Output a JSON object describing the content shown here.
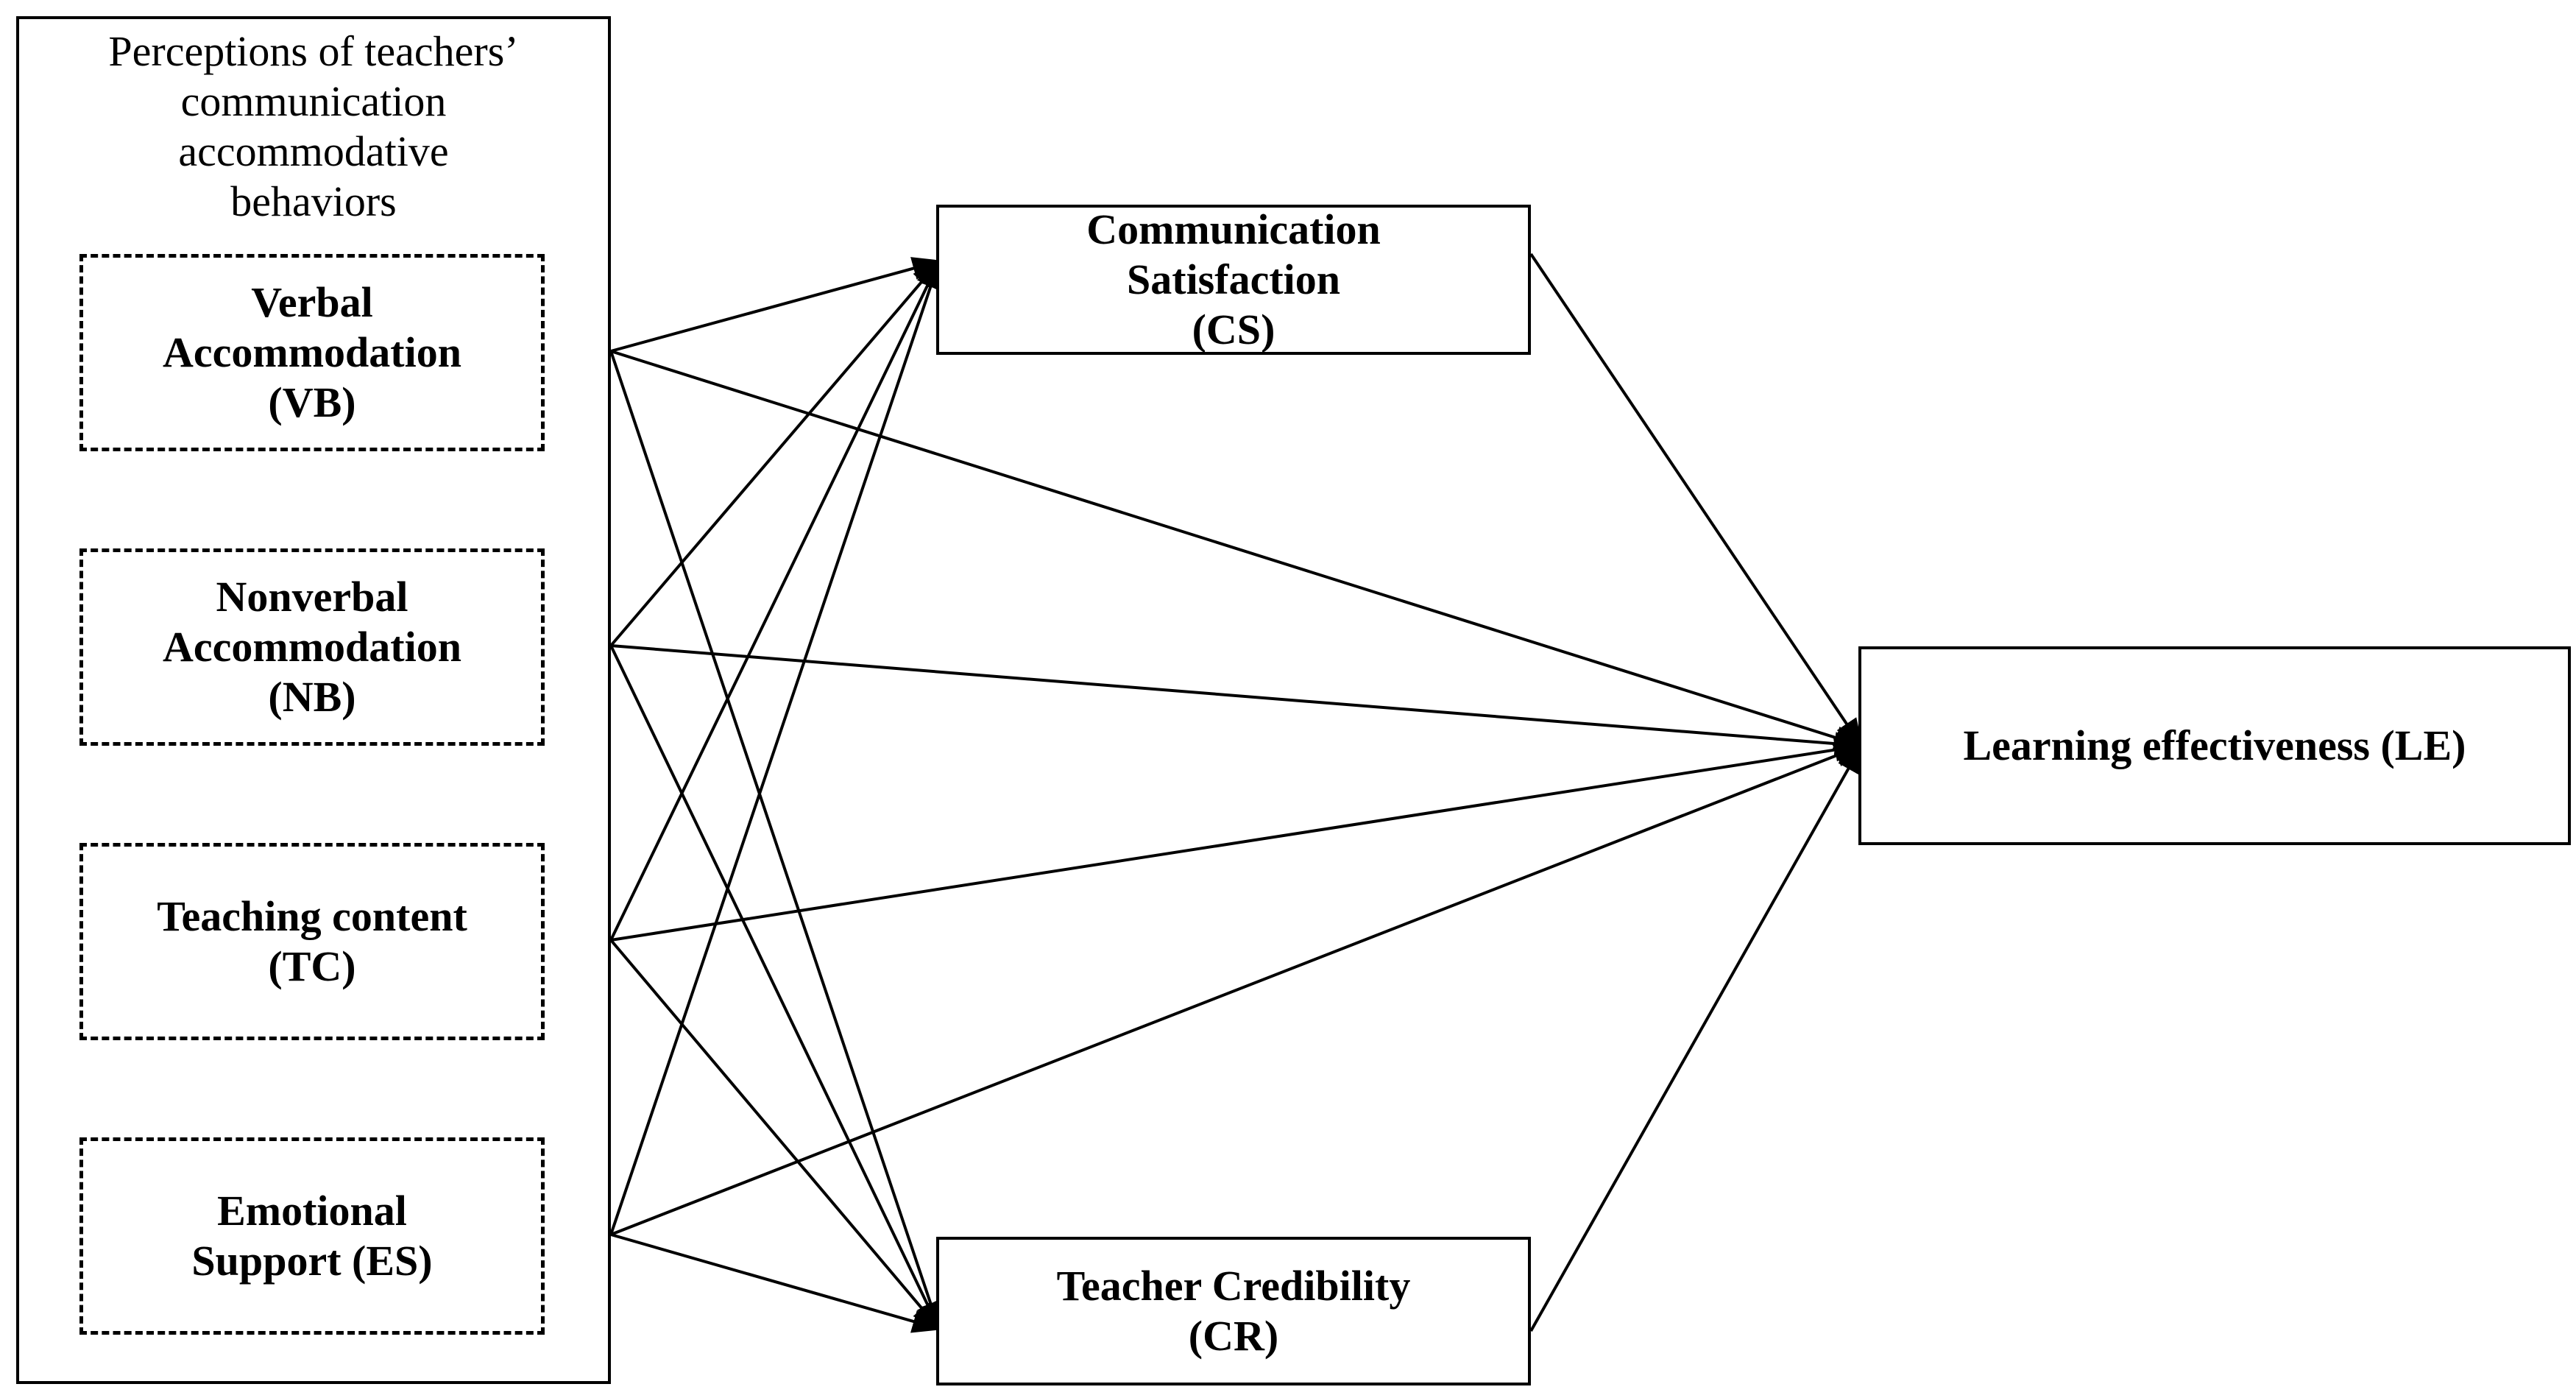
{
  "group": {
    "title_lines": [
      "Perceptions of teachers’",
      "communication",
      "accommodative",
      "behaviors"
    ]
  },
  "nodes": {
    "vb": {
      "lines": [
        "Verbal",
        "Accommodation",
        "(VB)"
      ]
    },
    "nb": {
      "lines": [
        "Nonverbal",
        "Accommodation",
        "(NB)"
      ]
    },
    "tc": {
      "lines": [
        "Teaching content",
        "(TC)"
      ]
    },
    "es": {
      "lines": [
        "Emotional",
        "Support (ES)"
      ]
    },
    "cs": {
      "lines": [
        "Communication",
        "Satisfaction",
        "(CS)"
      ]
    },
    "cr": {
      "lines": [
        "Teacher Credibility",
        "(CR)"
      ]
    },
    "le": {
      "lines": [
        "Learning effectiveness (LE)"
      ]
    }
  },
  "edges": [
    {
      "from": "vb",
      "to": "cs"
    },
    {
      "from": "vb",
      "to": "cr"
    },
    {
      "from": "vb",
      "to": "le"
    },
    {
      "from": "nb",
      "to": "cs"
    },
    {
      "from": "nb",
      "to": "cr"
    },
    {
      "from": "nb",
      "to": "le"
    },
    {
      "from": "tc",
      "to": "cs"
    },
    {
      "from": "tc",
      "to": "cr"
    },
    {
      "from": "tc",
      "to": "le"
    },
    {
      "from": "es",
      "to": "cs"
    },
    {
      "from": "es",
      "to": "cr"
    },
    {
      "from": "es",
      "to": "le"
    },
    {
      "from": "cs",
      "to": "le"
    },
    {
      "from": "cr",
      "to": "le"
    }
  ],
  "colors": {
    "line": "#000000",
    "background": "#ffffff"
  }
}
